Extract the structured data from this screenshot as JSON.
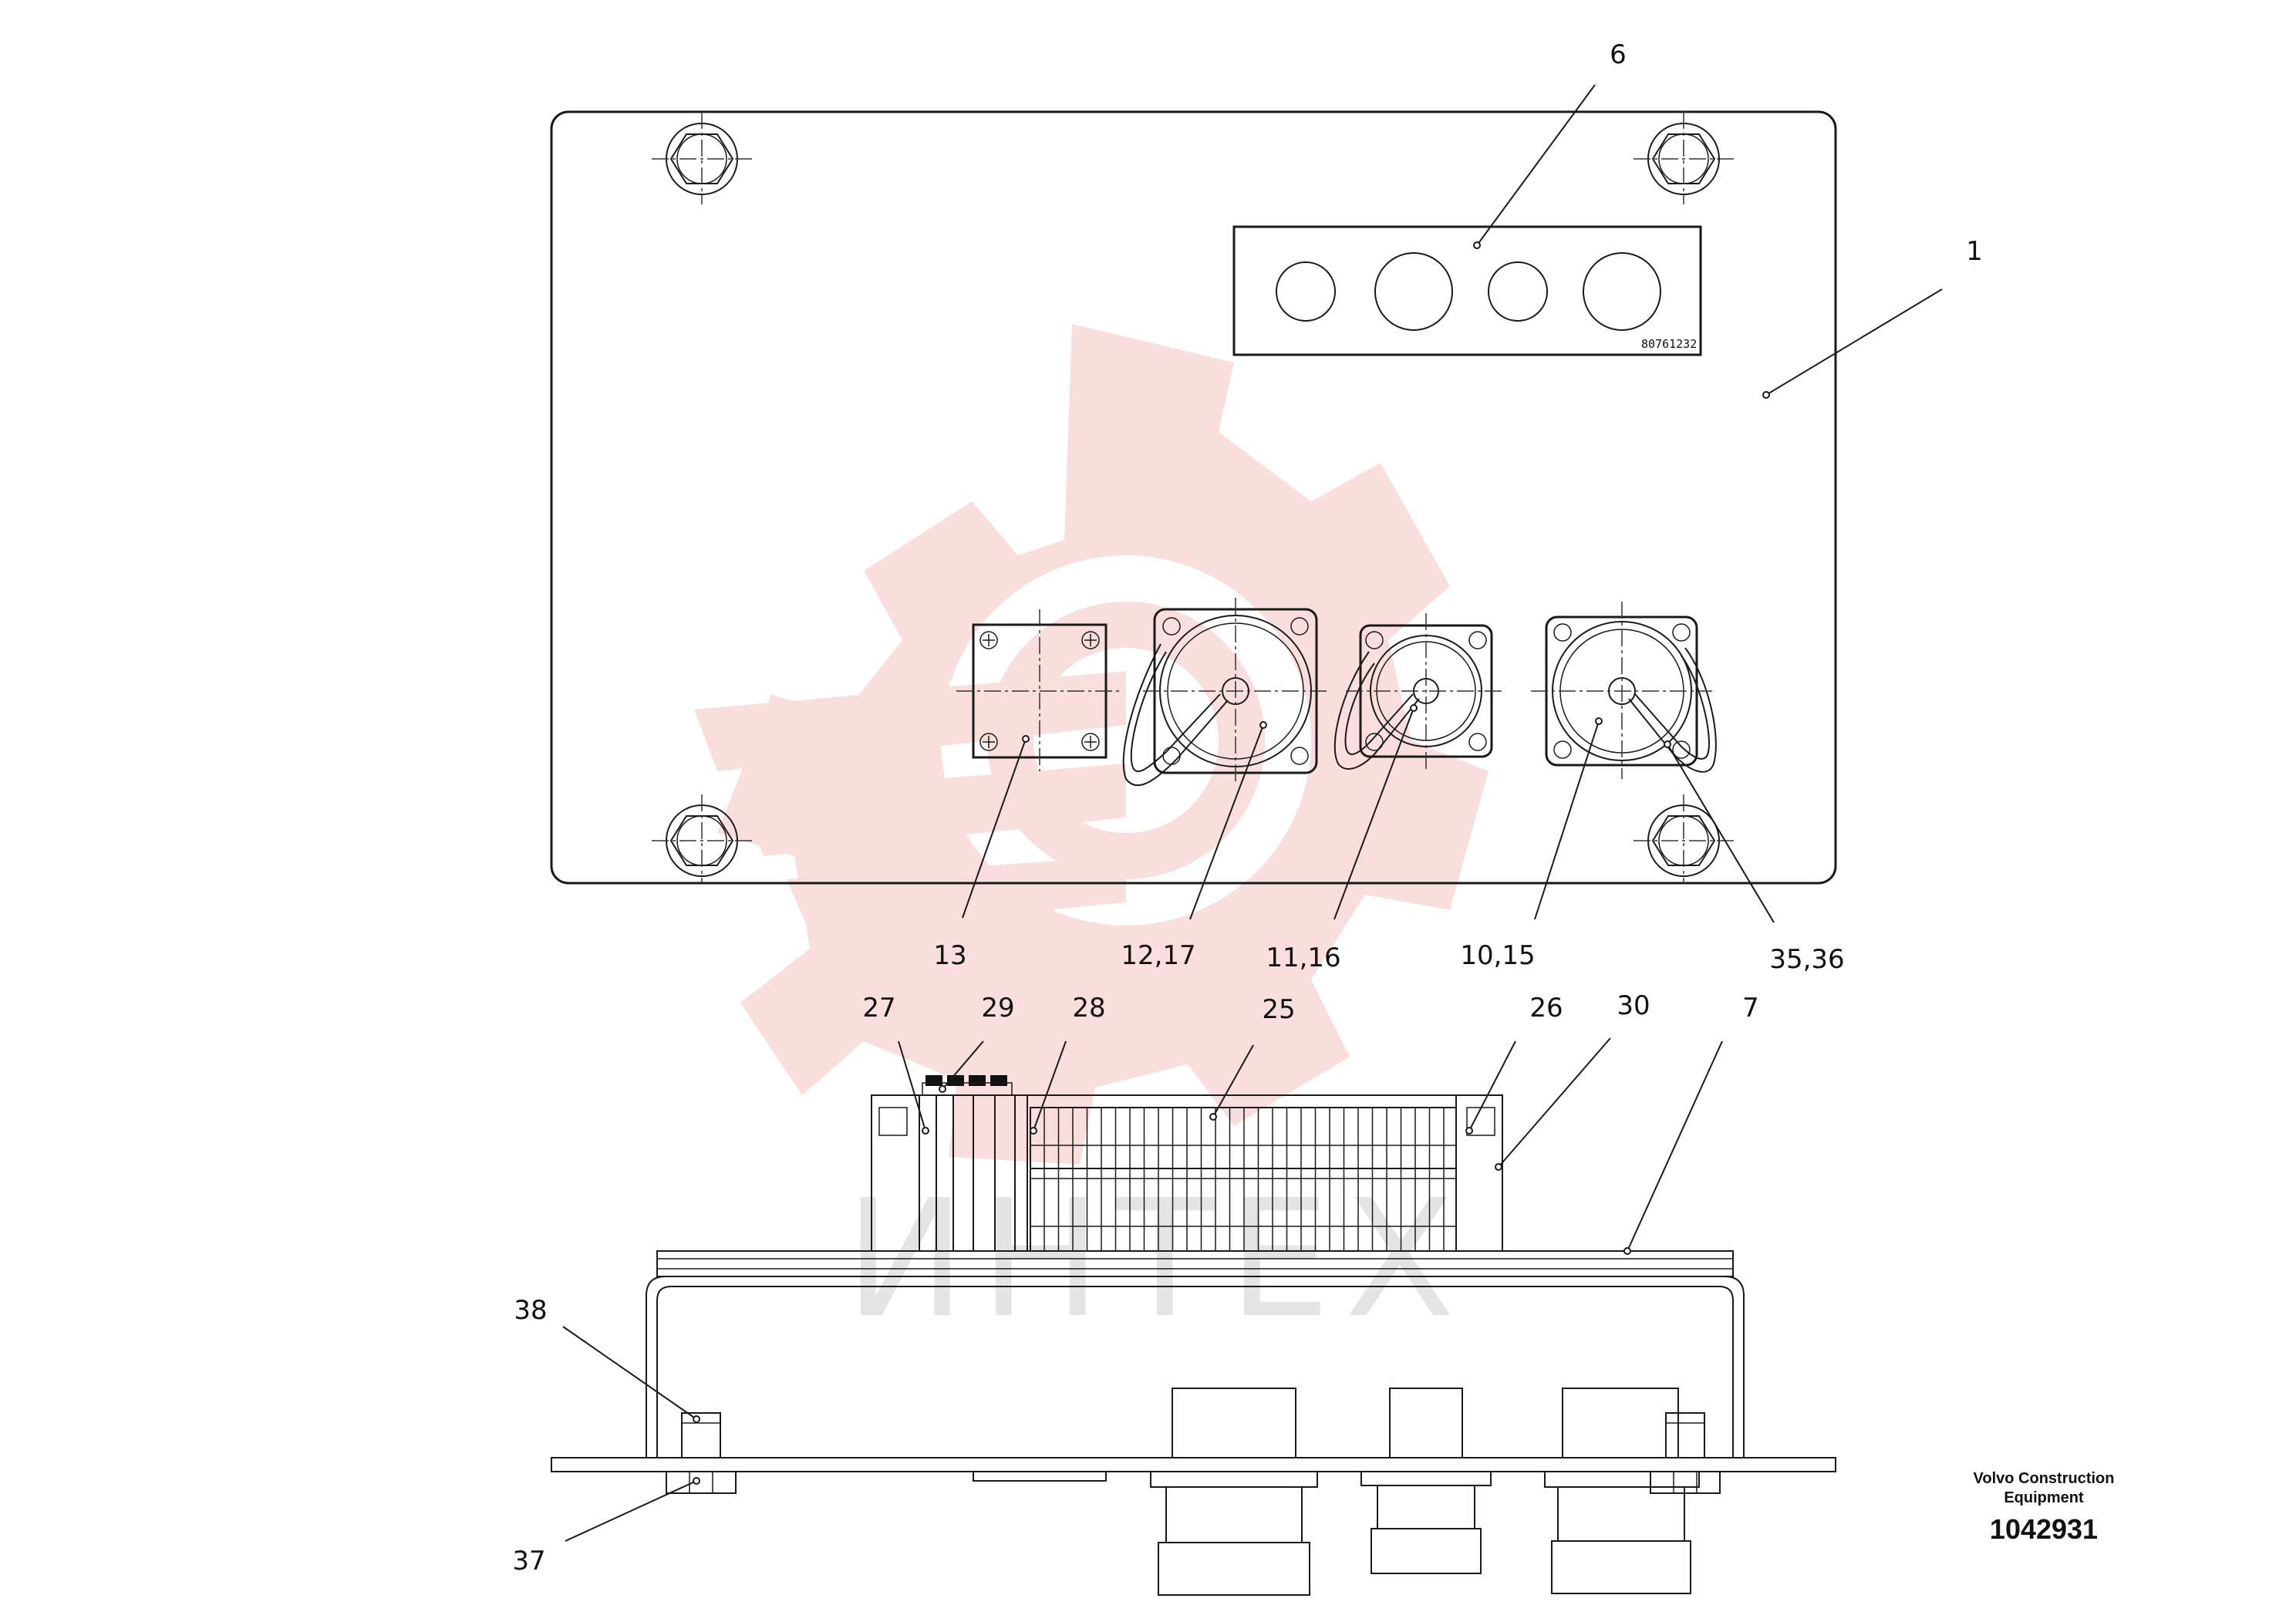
{
  "callouts": [
    {
      "id": "c6",
      "text": "6"
    },
    {
      "id": "c1",
      "text": "1"
    },
    {
      "id": "c13",
      "text": "13"
    },
    {
      "id": "c12",
      "text": "12,17"
    },
    {
      "id": "c11",
      "text": "11,16"
    },
    {
      "id": "c10",
      "text": "10,15"
    },
    {
      "id": "c35",
      "text": "35,36"
    },
    {
      "id": "c27",
      "text": "27"
    },
    {
      "id": "c29",
      "text": "29"
    },
    {
      "id": "c28",
      "text": "28"
    },
    {
      "id": "c25",
      "text": "25"
    },
    {
      "id": "c26",
      "text": "26"
    },
    {
      "id": "c30",
      "text": "30"
    },
    {
      "id": "c7",
      "text": "7"
    },
    {
      "id": "c38",
      "text": "38"
    },
    {
      "id": "c37",
      "text": "37"
    }
  ],
  "plate_code": "80761232",
  "company": "Volvo Construction Equipment",
  "document_number": "1042931",
  "watermark_text": "ИНТЕХ",
  "watermark_color": "#f5c4c4"
}
